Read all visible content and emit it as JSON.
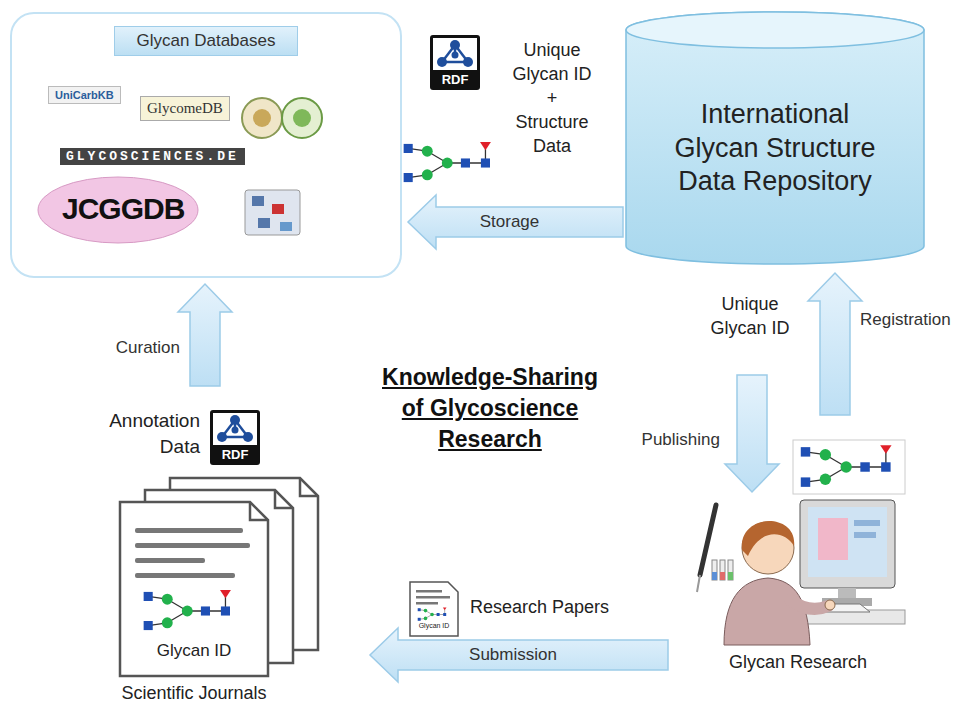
{
  "diagram": {
    "title": "Knowledge-Sharing of Glycoscience Research",
    "nodes": [
      {
        "text": [
          "Glycan Databases"
        ]
      },
      {
        "text": [
          "International Glycan Structure Data Repository"
        ]
      },
      {
        "text": [
          "Glycan ID",
          "Scientific Journals"
        ]
      },
      {
        "text": [
          "Glycan Research"
        ]
      }
    ],
    "edges": [
      {
        "from": 1,
        "to": 0,
        "arrow": "to",
        "label": "Storage"
      },
      {
        "from": 3,
        "to": 1,
        "arrow": "to",
        "label": "Registration"
      },
      {
        "from": 1,
        "to": 3,
        "arrow": "to",
        "label": "Publishing"
      },
      {
        "from": 3,
        "to": 2,
        "arrow": "to",
        "label": "Submission"
      },
      {
        "from": 2,
        "to": 0,
        "arrow": "to",
        "label": "Curation"
      }
    ],
    "labels": [
      "UniCarbKB",
      "GlycomeDB",
      "GLYCOSCIENCES.DE",
      "JCGGDB",
      "RDF",
      "Unique Glycan ID + Structure Data",
      "Unique Glycan ID",
      "Annotation Data",
      "RDF",
      "Research Papers",
      "Glycan ID"
    ]
  }
}
